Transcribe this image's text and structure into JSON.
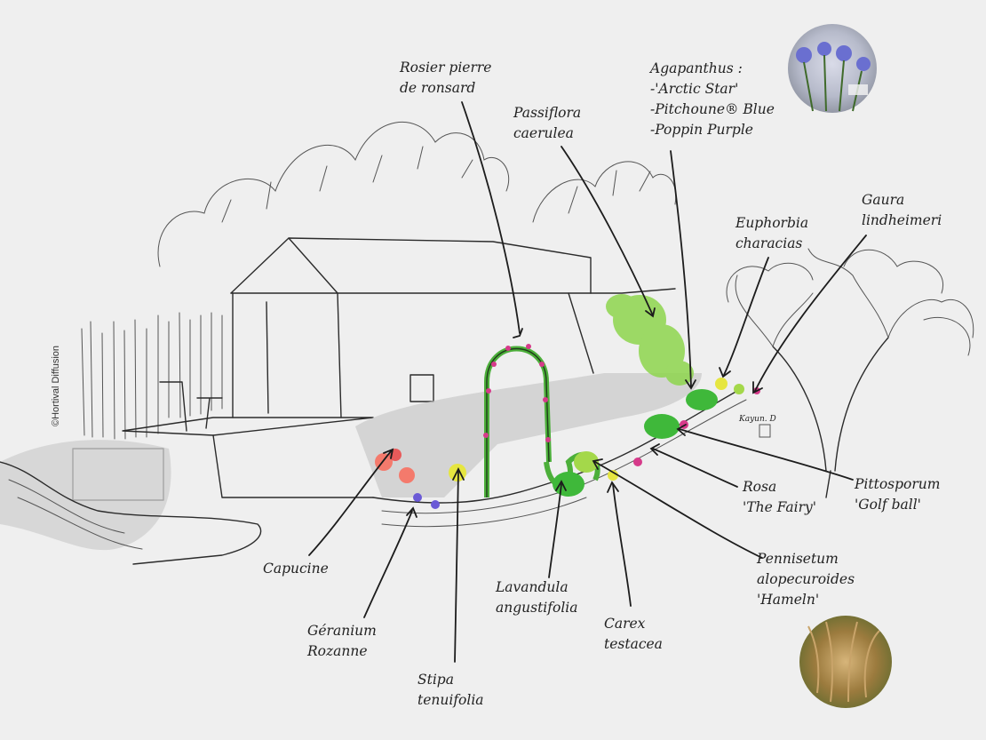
{
  "credit": "©Hortival Diffusion",
  "signature": "Kayun. D",
  "labels": [
    {
      "id": "rosier",
      "lines": [
        "Rosier pierre",
        "de ronsard"
      ]
    },
    {
      "id": "passiflora",
      "lines": [
        "Passiflora",
        "caerulea"
      ]
    },
    {
      "id": "agapanthus",
      "lines": [
        "Agapanthus :",
        "-'Arctic Star'",
        "-Pitchoune® Blue",
        "-Poppin Purple"
      ]
    },
    {
      "id": "gaura",
      "lines": [
        "Gaura",
        "lindheimeri"
      ]
    },
    {
      "id": "euphorbia",
      "lines": [
        "Euphorbia",
        "characias"
      ]
    },
    {
      "id": "pittosporum",
      "lines": [
        "Pittosporum",
        "'Golf ball'"
      ]
    },
    {
      "id": "rosa",
      "lines": [
        "Rosa",
        "'The Fairy'"
      ]
    },
    {
      "id": "pennisetum",
      "lines": [
        "Pennisetum",
        "alopecuroides",
        "'Hameln'"
      ]
    },
    {
      "id": "capucine",
      "lines": [
        "Capucine"
      ]
    },
    {
      "id": "geranium",
      "lines": [
        "Géranium",
        "Rozanne"
      ]
    },
    {
      "id": "stipa",
      "lines": [
        "Stipa",
        "tenuifolia"
      ]
    },
    {
      "id": "lavandula",
      "lines": [
        "Lavandula",
        "angustifolia"
      ]
    },
    {
      "id": "carex",
      "lines": [
        "Carex",
        "testacea"
      ]
    }
  ],
  "photos": {
    "agapanthus": {
      "color": "#6a6fd0"
    },
    "pennisetum": {
      "color": "#b08a4a"
    }
  }
}
